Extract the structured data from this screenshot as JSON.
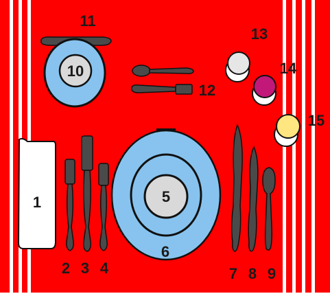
{
  "colors": {
    "tablecloth": "#ff0000",
    "stripe": "#ffffff",
    "plate_blue": "#87c3ee",
    "plate_gray": "#d9d9d9",
    "silver": "#4a4a4a",
    "napkin": "#ffffff",
    "glass_white": "#f2f2f2",
    "glass_magenta": "#c2187a",
    "glass_yellow": "#ffe680",
    "number_text": "#1a1a1a"
  },
  "items": {
    "napkin": "1",
    "salad_fork": "2",
    "dinner_fork": "3",
    "fish_fork": "4",
    "service_plate_inner": "5",
    "service_plate": "6",
    "dinner_knife": "7",
    "fish_knife": "8",
    "soup_spoon": "9",
    "bread_plate": "10",
    "butter_knife": "11",
    "dessert_utensils": "12",
    "water_glass": "13",
    "red_wine_glass": "14",
    "white_wine_glass": "15"
  }
}
